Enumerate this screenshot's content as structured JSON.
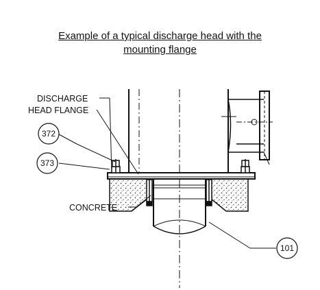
{
  "title": {
    "line1": "Example of a typical discharge head with the",
    "line2": "mounting flange"
  },
  "labels": {
    "discharge_line1": "DISCHARGE",
    "discharge_line2": "HEAD FLANGE",
    "concrete": "CONCRETE"
  },
  "callouts": {
    "c372": "372",
    "c373": "373",
    "c101": "101"
  }
}
